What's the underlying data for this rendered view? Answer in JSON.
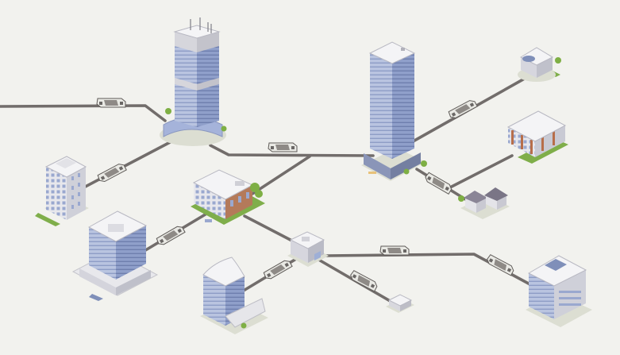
{
  "colors": {
    "background": "#f2f2ee",
    "road": "#726d6b",
    "glass": "#9eafd6",
    "wall": "#e4e4ea",
    "brick": "#b76e4a",
    "lawn": "#7fae4a"
  },
  "nodes": [
    {
      "id": "tower-landmark",
      "icon": "skyscraper-with-crane-roof"
    },
    {
      "id": "tower-tall-blue",
      "icon": "glass-skyscraper"
    },
    {
      "id": "apartment-block",
      "icon": "residential-building"
    },
    {
      "id": "office-center",
      "icon": "office-building-with-trees"
    },
    {
      "id": "office-large",
      "icon": "office-tower-with-plaza"
    },
    {
      "id": "curved-roof-office",
      "icon": "office-with-curved-roof"
    },
    {
      "id": "hub",
      "icon": "small-data-center"
    },
    {
      "id": "kiosk",
      "icon": "small-kiosk"
    },
    {
      "id": "round-building",
      "icon": "rotunda-building"
    },
    {
      "id": "brick-office",
      "icon": "low-rise-brick-office"
    },
    {
      "id": "houses",
      "icon": "suburban-houses"
    },
    {
      "id": "solar-building",
      "icon": "building-with-solar-panels"
    }
  ],
  "links": [
    {
      "from": "offscreen-left",
      "to": "tower-landmark"
    },
    {
      "from": "tower-landmark",
      "to": "tower-tall-blue"
    },
    {
      "from": "tower-landmark",
      "to": "apartment-block"
    },
    {
      "from": "office-center",
      "to": "tower-tall-blue"
    },
    {
      "from": "office-center",
      "to": "office-large"
    },
    {
      "from": "office-center",
      "to": "hub"
    },
    {
      "from": "hub",
      "to": "curved-roof-office"
    },
    {
      "from": "hub",
      "to": "kiosk"
    },
    {
      "from": "hub",
      "to": "solar-building"
    },
    {
      "from": "tower-tall-blue",
      "to": "round-building"
    },
    {
      "from": "tower-tall-blue",
      "to": "brick-office"
    },
    {
      "from": "tower-tall-blue",
      "to": "houses"
    }
  ],
  "vehicles": [
    {
      "id": "car-1",
      "icon": "car-icon"
    },
    {
      "id": "car-2",
      "icon": "car-icon"
    },
    {
      "id": "car-3",
      "icon": "car-icon"
    },
    {
      "id": "car-4",
      "icon": "car-icon"
    },
    {
      "id": "car-5",
      "icon": "car-icon"
    },
    {
      "id": "car-6",
      "icon": "car-icon"
    },
    {
      "id": "car-7",
      "icon": "car-icon"
    },
    {
      "id": "car-8",
      "icon": "car-icon"
    },
    {
      "id": "car-9",
      "icon": "car-icon"
    },
    {
      "id": "car-10",
      "icon": "car-icon"
    },
    {
      "id": "car-11",
      "icon": "car-icon"
    }
  ]
}
